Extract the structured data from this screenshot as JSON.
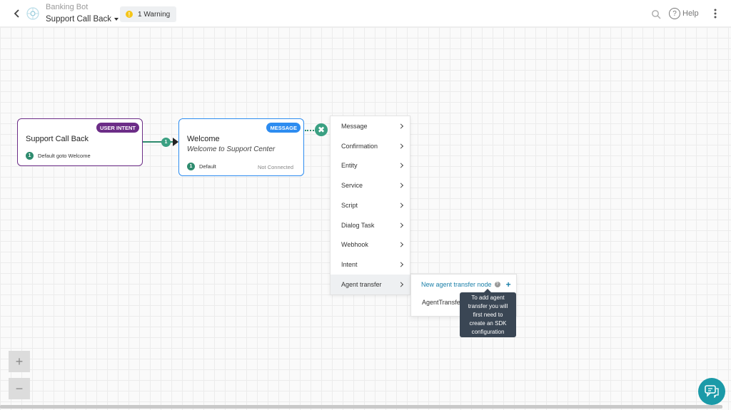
{
  "header": {
    "bot_name": "Banking Bot",
    "task_name": "Support Call Back",
    "warning_label": "1 Warning",
    "warning_mark": "!",
    "help_label": "Help",
    "help_mark": "?"
  },
  "nodes": {
    "intent": {
      "tag": "USER INTENT",
      "title": "Support Call Back",
      "row_num": "1",
      "row_text": "Default goto Welcome"
    },
    "message": {
      "tag": "MESSAGE",
      "title": "Welcome",
      "subtitle": "Welcome to Support Center",
      "row_num": "1",
      "row_text": "Default",
      "status": "Not Connected"
    }
  },
  "connector": {
    "num": "1",
    "close_mark": "✖"
  },
  "menu": {
    "items": [
      {
        "label": "Message"
      },
      {
        "label": "Confirmation"
      },
      {
        "label": "Entity"
      },
      {
        "label": "Service"
      },
      {
        "label": "Script"
      },
      {
        "label": "Dialog Task"
      },
      {
        "label": "Webhook"
      },
      {
        "label": "Intent"
      },
      {
        "label": "Agent transfer"
      }
    ]
  },
  "submenu": {
    "new_label": "New agent transfer node",
    "help_mark": "?",
    "plus_mark": "+",
    "existing_item": "AgentTransfe"
  },
  "tooltip": {
    "lines": [
      "To add agent",
      "transfer you will",
      "first need to",
      "create an SDK",
      "configuration"
    ]
  },
  "zoom": {
    "in": "+",
    "out": "−"
  },
  "colors": {
    "intent_accent": "#6c2d87",
    "message_accent": "#2d8cf0",
    "connector": "#2e8b6e",
    "fab": "#1b9aa8"
  }
}
